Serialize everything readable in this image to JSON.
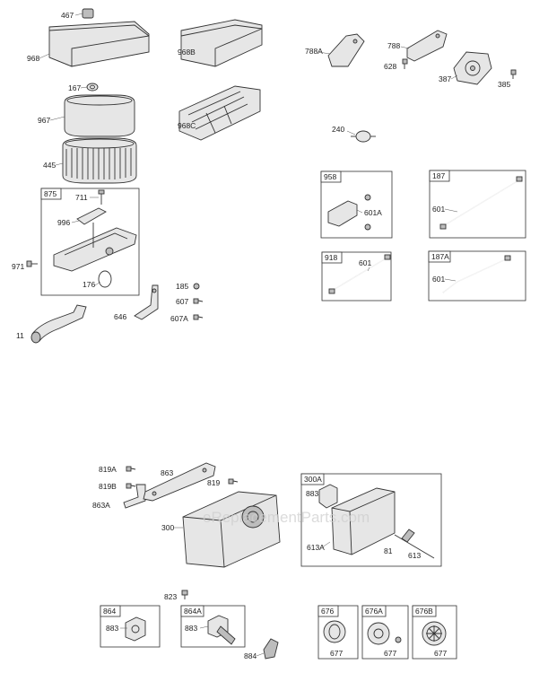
{
  "watermark": "eReplacementParts.com",
  "labels": {
    "l467": "467",
    "l968": "968",
    "l167": "167",
    "l967": "967",
    "l445": "445",
    "l968B": "968B",
    "l968C": "968C",
    "l875": "875",
    "l711": "711",
    "l996": "996",
    "l971": "971",
    "l176": "176",
    "l185": "185",
    "l607": "607",
    "l646": "646",
    "l607A": "607A",
    "l11": "11",
    "l788A": "788A",
    "l788": "788",
    "l628": "628",
    "l387": "387",
    "l385": "385",
    "l240": "240",
    "l958": "958",
    "l601A": "601A",
    "l187": "187",
    "l601a": "601",
    "l918": "918",
    "l601b": "601",
    "l187A": "187A",
    "l601c": "601",
    "l819A": "819A",
    "l819B": "819B",
    "l863A": "863A",
    "l863": "863",
    "l819": "819",
    "l300": "300",
    "l300A": "300A",
    "l883a": "883",
    "l613A": "613A",
    "l81": "81",
    "l613": "613",
    "l823": "823",
    "l864": "864",
    "l883b": "883",
    "l864A": "864A",
    "l883c": "883",
    "l884": "884",
    "l676": "676",
    "l677a": "677",
    "l676A": "676A",
    "l677b": "677",
    "l676B": "676B",
    "l677c": "677"
  }
}
